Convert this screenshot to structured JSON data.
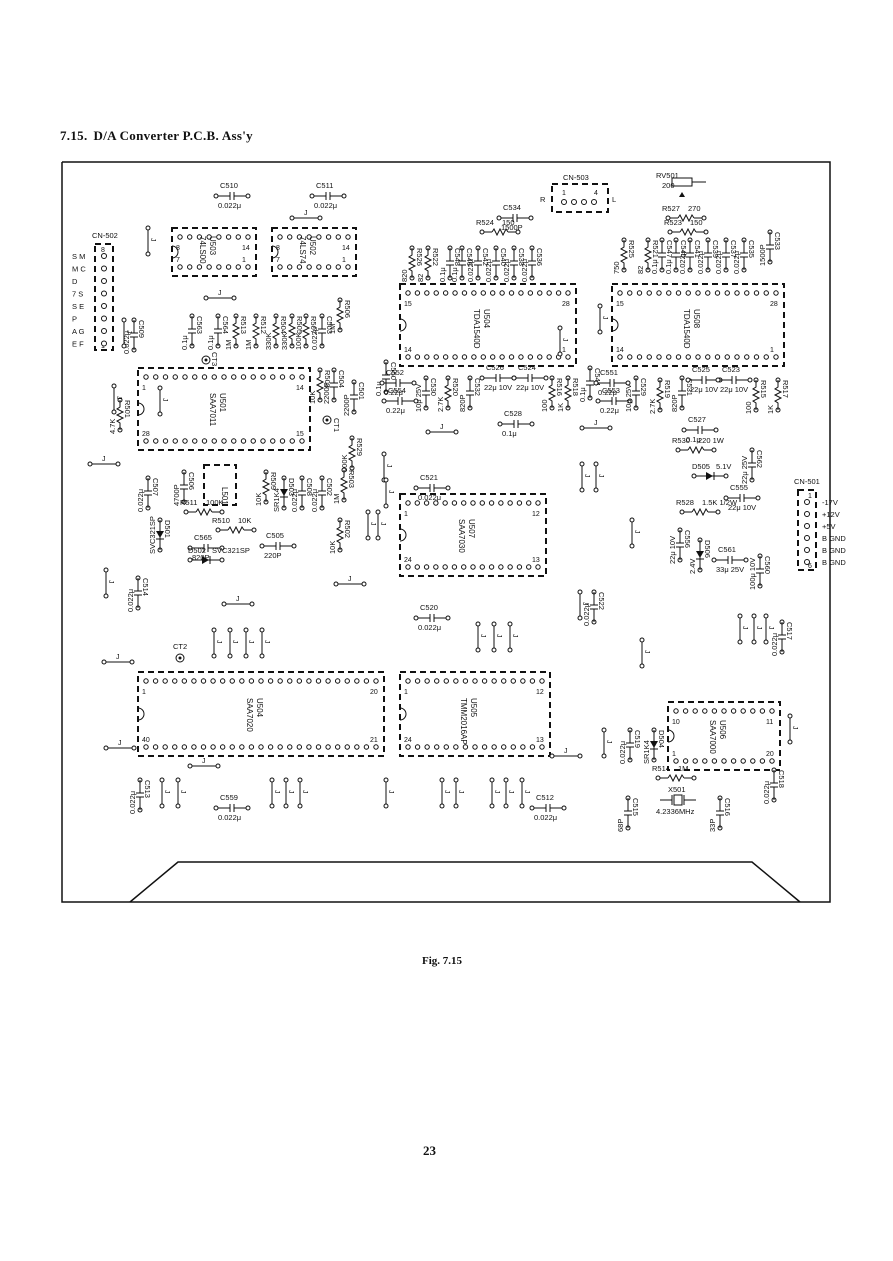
{
  "page": {
    "section_number": "7.15.",
    "section_title": "D/A Converter P.C.B. Ass'y",
    "figure_caption": "Fig. 7.15",
    "page_number": "23"
  },
  "connectors": {
    "cn502": {
      "name": "CN-502",
      "pin_top": "8",
      "pin_bottom": "1",
      "signals": [
        "S M",
        "M C",
        "D",
        "7 S",
        "S E",
        "P",
        "A G",
        "E F"
      ]
    },
    "cn503": {
      "name": "CN-503",
      "pin_left": "1",
      "pin_right": "4",
      "side_left": "R",
      "side_right": "L"
    },
    "cn501": {
      "name": "CN-501",
      "pin_top": "1",
      "pin_bottom": "6",
      "signals": [
        "-17V",
        "+12V",
        "+5V",
        "B GND",
        "B GND",
        "B GND"
      ]
    }
  },
  "chips": {
    "u503": {
      "ref": "U503",
      "part": "74LS00",
      "pins": [
        "8",
        "7",
        "14",
        "1"
      ]
    },
    "u502": {
      "ref": "U502",
      "part": "74LS74",
      "pins": [
        "8",
        "7",
        "14",
        "1"
      ]
    },
    "u504t": {
      "ref": "U504",
      "part": "TDA1540D",
      "pins": [
        "15",
        "14",
        "28",
        "1"
      ]
    },
    "u508": {
      "ref": "U508",
      "part": "TDA1540D",
      "pins": [
        "15",
        "14",
        "28",
        "1"
      ]
    },
    "u501": {
      "ref": "U501",
      "part": "SAA7011",
      "pins": [
        "1",
        "28",
        "14",
        "15"
      ]
    },
    "u507": {
      "ref": "U507",
      "part": "SAA7030",
      "pins": [
        "1",
        "24",
        "12",
        "13"
      ]
    },
    "u504b": {
      "ref": "U504",
      "part": "SAA7020",
      "pins": [
        "1",
        "40",
        "20",
        "21"
      ]
    },
    "u505": {
      "ref": "U505",
      "part": "TMM2016AP",
      "pins": [
        "1",
        "24",
        "12",
        "13"
      ]
    },
    "u506": {
      "ref": "U506",
      "part": "SAA7000",
      "pins": [
        "10",
        "1",
        "11",
        "20"
      ]
    },
    "l501": {
      "ref": "L501"
    }
  },
  "components": {
    "c510": [
      "C510",
      "0.022μ"
    ],
    "c511": [
      "C511",
      "0.022μ"
    ],
    "c534": [
      "C534",
      "1500P"
    ],
    "rv501": [
      "RV501",
      "200"
    ],
    "r527": [
      "R527",
      "270"
    ],
    "r523": [
      "R523",
      "150"
    ],
    "c533": [
      "C533",
      "1500P"
    ],
    "r524": [
      "R524",
      "150"
    ],
    "r526": [
      "R526",
      "820"
    ],
    "r522": [
      "R522",
      "82"
    ],
    "c548": [
      "C548",
      "0.1μ"
    ],
    "c546": [
      "C546",
      "0.1μ"
    ],
    "c542": [
      "C542",
      "0.022μ"
    ],
    "c540": [
      "C540",
      "0.022μ"
    ],
    "c538": [
      "C538",
      "0.022μ"
    ],
    "c536": [
      "C536",
      "0.022μ"
    ],
    "r525": [
      "R525",
      "750"
    ],
    "r521": [
      "R521",
      "82"
    ],
    "c547": [
      "C547",
      "0.1μ"
    ],
    "c545": [
      "C545",
      "0.1μ"
    ],
    "c541": [
      "C541",
      "0.022μ"
    ],
    "c539": [
      "C539",
      "0.022μ"
    ],
    "c537": [
      "C537",
      "0.022μ"
    ],
    "c535": [
      "C535",
      "0.022μ"
    ],
    "c509": [
      "C509",
      "0.022μ"
    ],
    "c563": [
      "C563",
      "0.1μ"
    ],
    "c564": [
      "C564",
      "0.1μ"
    ],
    "r513": [
      "R513",
      "1M"
    ],
    "r512": [
      "R512",
      "1M"
    ],
    "r504": [
      "R504",
      "330K"
    ],
    "r505": [
      "R505",
      "330K"
    ],
    "r507": [
      "R507",
      "100K"
    ],
    "r506": [
      "R506",
      "1M"
    ],
    "c503": [
      "C503",
      "0.022μ"
    ],
    "r508": [
      "R508",
      "10K"
    ],
    "c504": [
      "C504",
      "2200P"
    ],
    "c501": [
      "C501",
      "2200P"
    ],
    "r501": [
      "R501",
      "4.7K"
    ],
    "ct1": [
      "CT1",
      ""
    ],
    "ct2": [
      "CT2",
      ""
    ],
    "ct3": [
      "CT3",
      ""
    ],
    "c550": [
      "C550",
      "0.1μ"
    ],
    "c552": [
      "C552",
      "0.22μ"
    ],
    "c554": [
      "C554",
      "0.22μ"
    ],
    "c530": [
      "C530",
      "10μ 25V"
    ],
    "r520": [
      "R520",
      "2.7K"
    ],
    "c532": [
      "C532",
      "820P"
    ],
    "c526": [
      "C526",
      "22μ 10V"
    ],
    "c524": [
      "C524",
      "22μ 10V"
    ],
    "r516": [
      "R516",
      "100"
    ],
    "r518": [
      "R518",
      "1K"
    ],
    "c528": [
      "C528",
      "0.1μ"
    ],
    "c544": [
      "C544",
      "0.1μ"
    ],
    "c551": [
      "C551",
      "0.22μ"
    ],
    "c553": [
      "C553",
      "0.22μ"
    ],
    "c529": [
      "C529",
      "10μ 25V"
    ],
    "r519": [
      "R519",
      "2.7K"
    ],
    "c531": [
      "C531",
      "820P"
    ],
    "c525": [
      "C525",
      "22μ 10V"
    ],
    "c523": [
      "C523",
      "22μ 10V"
    ],
    "r515": [
      "R515",
      "100"
    ],
    "r517": [
      "R517",
      "1K"
    ],
    "c527": [
      "C527",
      "0.1μ"
    ],
    "r530": [
      "R530",
      "220 1W"
    ],
    "c562": [
      "C562",
      "22μ 25V"
    ],
    "d505": [
      "D505",
      "5.1V"
    ],
    "c555": [
      "C555",
      "22μ 10V"
    ],
    "r528": [
      "R528",
      "1.5K 1/2W"
    ],
    "c556": [
      "C556",
      "22μ 10V"
    ],
    "d506": [
      "D506",
      "2.4V"
    ],
    "c561": [
      "C561",
      "33μ 25V"
    ],
    "c560": [
      "C560",
      "100μ 10V"
    ],
    "r529": [
      "R529",
      "100K"
    ],
    "r503": [
      "R503",
      "1M"
    ],
    "c502": [
      "C502",
      "0.022μ"
    ],
    "c508": [
      "C508",
      "0.022μ"
    ],
    "d503": [
      "D503",
      "SR1K4"
    ],
    "r509": [
      "R509",
      "10K"
    ],
    "c506": [
      "C506",
      "4700P"
    ],
    "c507": [
      "C507",
      "0.022μ"
    ],
    "r511": [
      "R511",
      "100K"
    ],
    "r510": [
      "R510",
      "10K"
    ],
    "d501": [
      "D501",
      "SVC321SP"
    ],
    "c565": [
      "C565",
      "820P"
    ],
    "c505": [
      "C505",
      "220P"
    ],
    "d502": [
      "D502",
      "SVC321SP"
    ],
    "r502": [
      "R502",
      "10K"
    ],
    "c514": [
      "C514",
      "0.022μ"
    ],
    "c521": [
      "C521",
      "0.022μ"
    ],
    "c520": [
      "C520",
      "0.022μ"
    ],
    "c522": [
      "C522",
      "0.022μ"
    ],
    "c517": [
      "C517",
      "0.022μ"
    ],
    "c513": [
      "C513",
      "0.022μ"
    ],
    "c559": [
      "C559",
      "0.022μ"
    ],
    "c512": [
      "C512",
      "0.022μ"
    ],
    "c519": [
      "C519",
      "0.022μ"
    ],
    "d504": [
      "D504",
      "SR1K4"
    ],
    "r514": [
      "R514",
      "1M"
    ],
    "c518": [
      "C518",
      "0.022μ"
    ],
    "c515": [
      "C515",
      "68P"
    ],
    "x501": [
      "X501",
      "4.2336MHz"
    ],
    "c516": [
      "C516",
      "33P"
    ]
  },
  "jumper_label": "J"
}
